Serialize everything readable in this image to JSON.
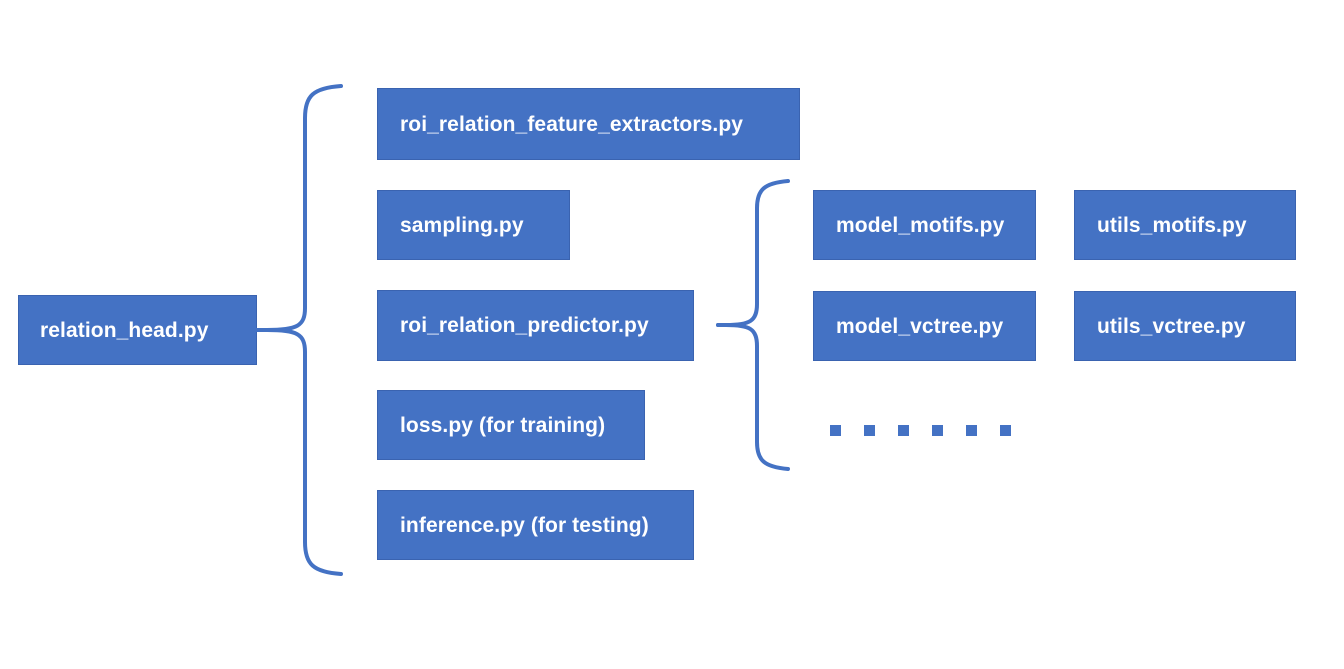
{
  "diagram": {
    "title": "relation_head.py module structure",
    "type": "tree-diagram",
    "colors": {
      "node_fill": "#4472C4",
      "node_border": "#3A63B0",
      "node_text": "#FFFFFF",
      "brace_stroke": "#4472C4",
      "background": "#FFFFFF"
    },
    "root": {
      "label": "relation_head.py"
    },
    "level1": {
      "brace_name": "brace-root-to-level1",
      "items": [
        {
          "label": "roi_relation_feature_extractors.py"
        },
        {
          "label": "sampling.py"
        },
        {
          "label": "roi_relation_predictor.py"
        },
        {
          "label": "loss.py (for training)"
        },
        {
          "label": "inference.py (for testing)"
        }
      ]
    },
    "level2": {
      "brace_name": "brace-predictor-to-level2",
      "parent_label": "roi_relation_predictor.py",
      "model_column": [
        {
          "label": "model_motifs.py"
        },
        {
          "label": "model_vctree.py"
        }
      ],
      "utils_column": [
        {
          "label": "utils_motifs.py"
        },
        {
          "label": "utils_vctree.py"
        }
      ],
      "ellipsis": {
        "name": "ellipsis-dots",
        "count": 6,
        "meaning": "more-models"
      }
    }
  }
}
